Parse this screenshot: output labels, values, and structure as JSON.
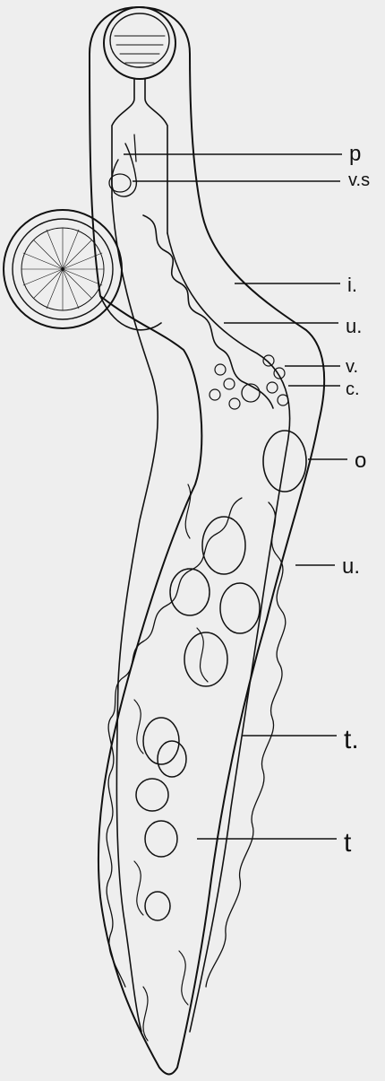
{
  "labels": {
    "p": "p",
    "vs": "v.s",
    "i": "i.",
    "u1": "u.",
    "v": "v.",
    "c": "c.",
    "o": "o",
    "u2": "u.",
    "t1": "t.",
    "t2": "t"
  },
  "colors": {
    "ink": "#111111",
    "paper": "#eeeeee"
  }
}
